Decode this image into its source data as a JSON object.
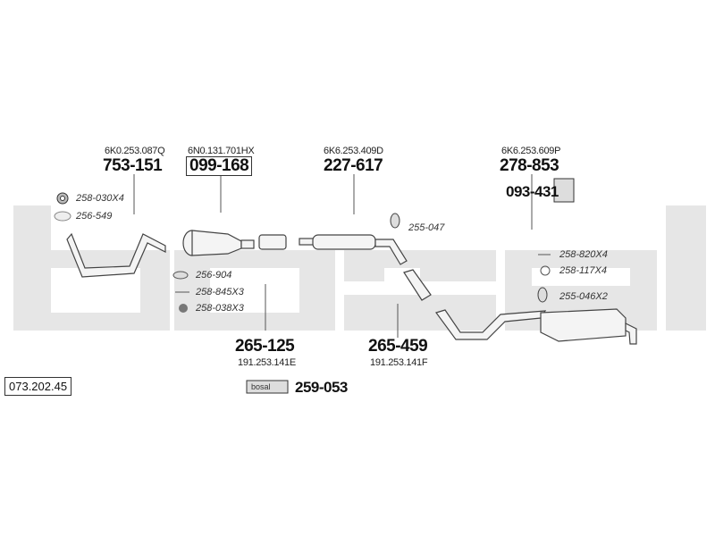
{
  "diagram_ref": "073.202.45",
  "watermark": "bosal",
  "parts": [
    {
      "oem": "6K0.253.087Q",
      "number": "753-151"
    },
    {
      "oem": "6N0.131.701HX",
      "number": "099-168"
    },
    {
      "oem": "6K6.253.409D",
      "number": "227-617"
    },
    {
      "oem": "6K6.253.609P",
      "number": "278-853"
    },
    {
      "oem": "191.253.141E",
      "number": "265-125"
    },
    {
      "oem": "191.253.141F",
      "number": "265-459"
    }
  ],
  "extra_part": "093-431",
  "mounting_kit": {
    "number": "259-053",
    "label": "bosal"
  },
  "accessories": {
    "a1": "258-030X4",
    "a2": "256-549",
    "b1": "256-904",
    "b2": "258-845X3",
    "b3": "258-038X3",
    "c1": "255-047",
    "d1": "258-820X4",
    "d2": "258-117X4",
    "d3": "255-046X2"
  },
  "colors": {
    "watermark": "#e6e6e6",
    "line": "#555555"
  }
}
